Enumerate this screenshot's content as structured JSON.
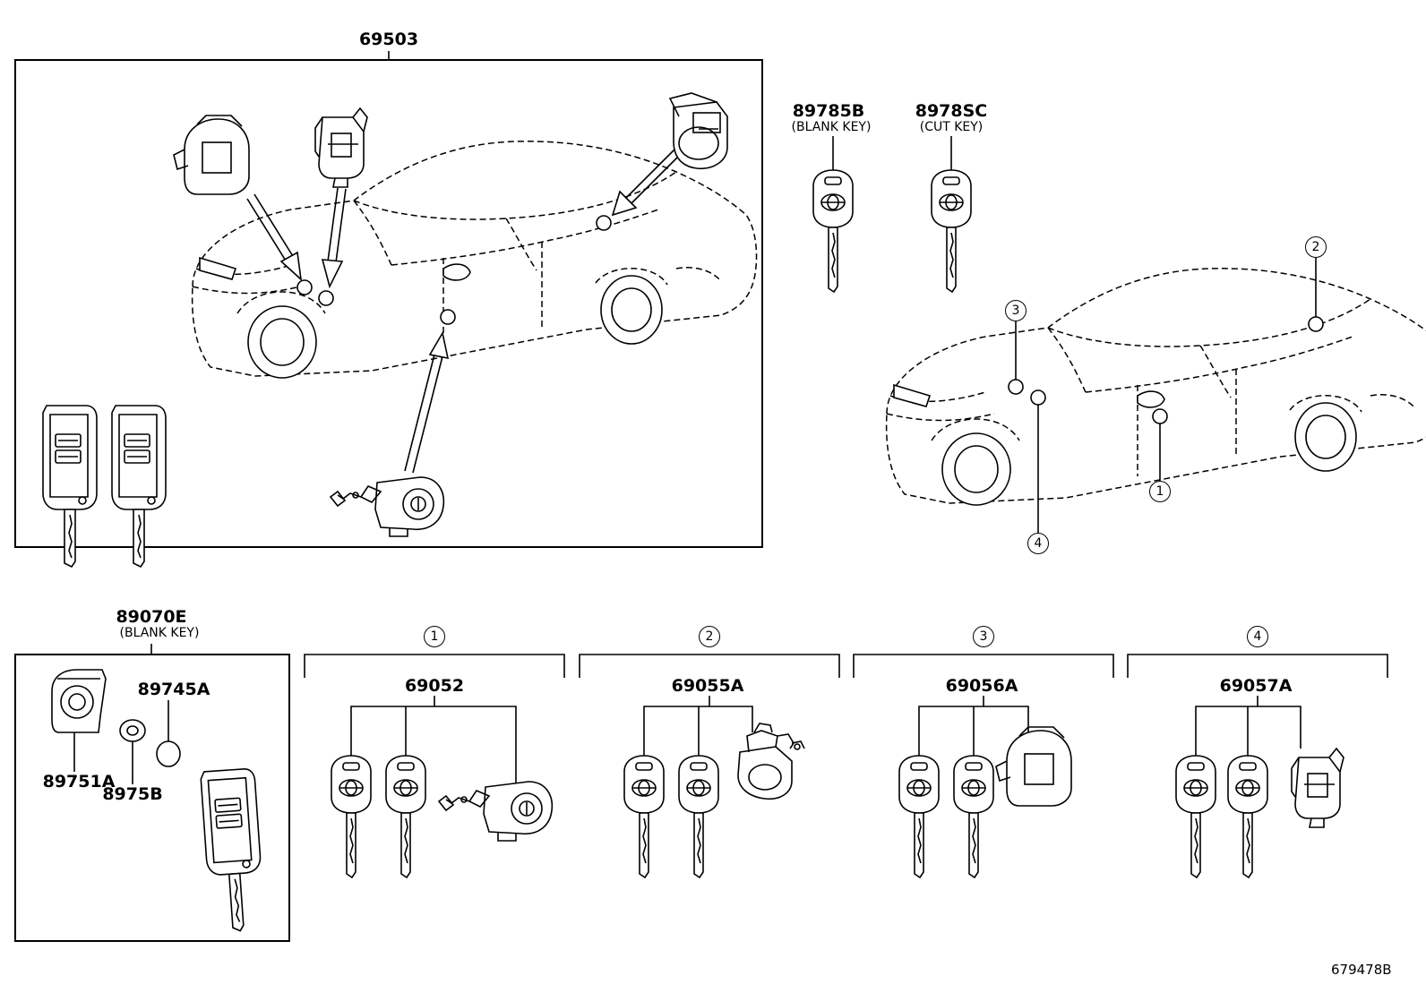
{
  "title": "",
  "reference_code": "679478B",
  "assemblies": [
    {
      "part_number": "69503",
      "sub_label": ""
    },
    {
      "part_number": "89785B",
      "sub_label": "(BLANK KEY)"
    },
    {
      "part_number": "8978SC",
      "sub_label": "(CUT KEY)"
    },
    {
      "part_number": "89070E",
      "sub_label": "(BLANK KEY)"
    }
  ],
  "components": [
    {
      "part_number": "89745A"
    },
    {
      "part_number": "89751A"
    },
    {
      "part_number": "8975B"
    }
  ],
  "groups": [
    {
      "index_mark": "1",
      "part_number": "69052"
    },
    {
      "index_mark": "2",
      "part_number": "69055A"
    },
    {
      "index_mark": "3",
      "part_number": "69056A"
    },
    {
      "index_mark": "4",
      "part_number": "69057A"
    }
  ],
  "vehicle_locations": [
    {
      "index_mark": "1"
    },
    {
      "index_mark": "2"
    },
    {
      "index_mark": "3"
    },
    {
      "index_mark": "4"
    }
  ]
}
